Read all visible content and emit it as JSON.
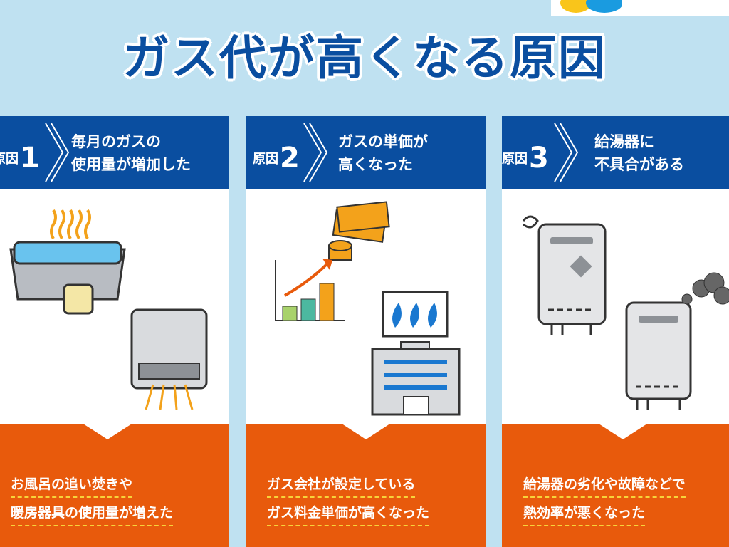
{
  "title": "ガス代が高くなる原因",
  "colors": {
    "header": "#0a4ea0",
    "footer": "#e85a0c",
    "stripe": "#f39314",
    "background": "#bfe1f1"
  },
  "causes": [
    {
      "label": "原因",
      "num": "1",
      "heading": [
        "毎月のガスの",
        "使用量が増加した"
      ],
      "detail": [
        "お風呂の追い焚きや",
        "暖房器具の使用量が増えた"
      ]
    },
    {
      "label": "原因",
      "num": "2",
      "heading": [
        "ガスの単価が",
        "高くなった"
      ],
      "detail": [
        "ガス会社が設定している",
        "ガス料金単価が高くなった"
      ]
    },
    {
      "label": "原因",
      "num": "3",
      "heading": [
        "給湯器に",
        "不具合がある"
      ],
      "detail": [
        "給湯器の劣化や故障などで",
        "熱効率が悪くなった"
      ]
    }
  ]
}
